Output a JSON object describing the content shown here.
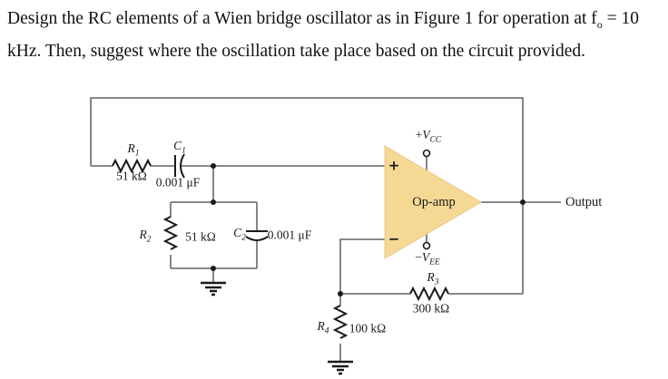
{
  "problem": {
    "line1_pre": "Design the RC elements of a Wien bridge oscillator as in Figure 1 for operation at f",
    "line1_sub": "o",
    "line1_post": " = 10",
    "line2": "kHz. Then, suggest where the oscillation take place based on the circuit provided."
  },
  "circuit": {
    "opamp": {
      "label": "Op-amp",
      "plus_input": "+",
      "minus_input": "−",
      "vcc_sign": "+",
      "vcc_letter": "V",
      "vcc_sub": "CC",
      "vee_sign": "−",
      "vee_letter": "V",
      "vee_sub": "EE",
      "fill_color": "#f4d894"
    },
    "components": {
      "r1": {
        "name": "R",
        "sub": "1",
        "value": "51 kΩ"
      },
      "c1": {
        "name": "C",
        "sub": "1",
        "value": "0.001 μF"
      },
      "r2": {
        "name": "R",
        "sub": "2",
        "value": "51 kΩ"
      },
      "c2": {
        "name": "C",
        "sub": "2",
        "value": "0.001 μF"
      },
      "r3": {
        "name": "R",
        "sub": "3",
        "value": "300 kΩ"
      },
      "r4": {
        "name": "R",
        "sub": "4",
        "value": "100 kΩ"
      }
    },
    "output_label": "Output",
    "wire_color": "#787878",
    "symbol_color": "#1a1a1a"
  }
}
